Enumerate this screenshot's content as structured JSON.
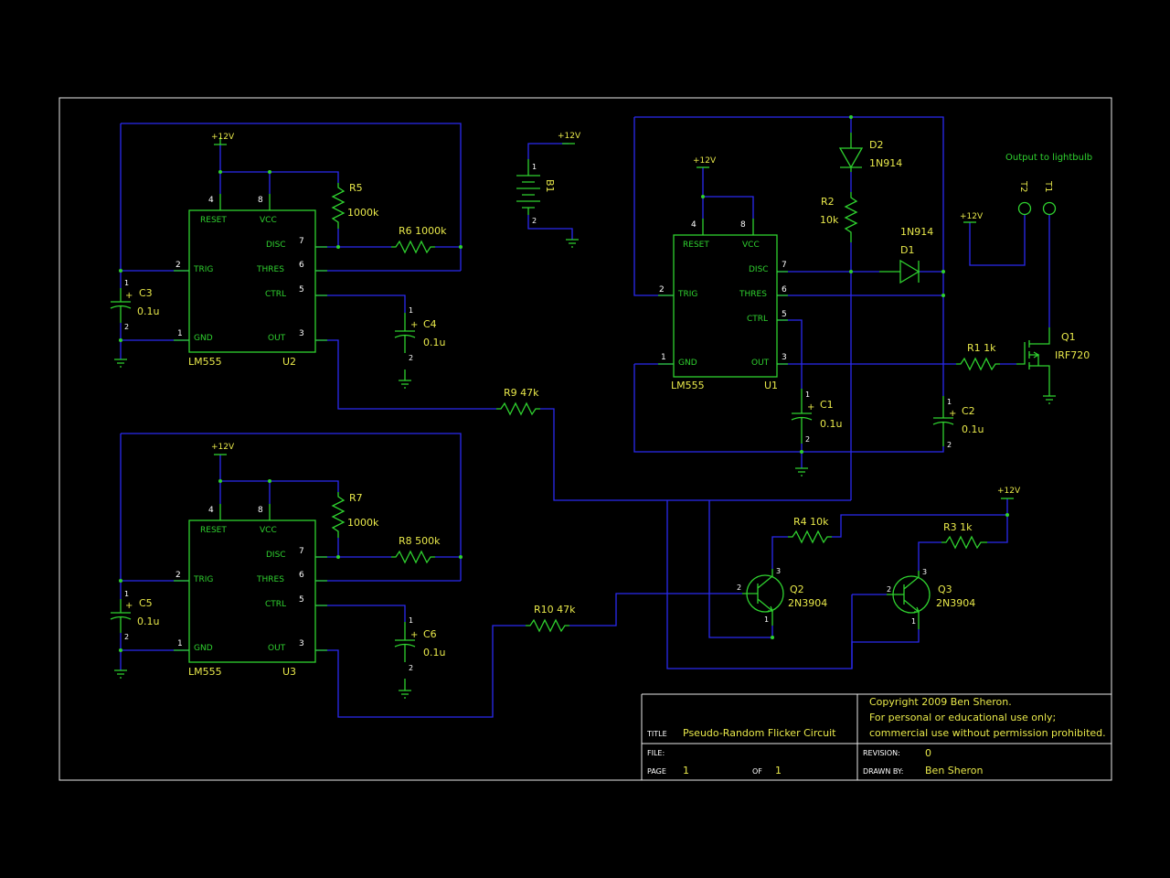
{
  "colors": {
    "background": "#000000",
    "wire": "#2a2af0",
    "component": "#2fd12f",
    "label": "#e8e84a",
    "frame": "#e8e8e8"
  },
  "supply": "+12V",
  "ic_pins": {
    "reset": "RESET",
    "vcc": "VCC",
    "disc": "DISC",
    "thres": "THRES",
    "trig": "TRIG",
    "ctrl": "CTRL",
    "gnd": "GND",
    "out": "OUT",
    "n_reset": "4",
    "n_vcc": "8",
    "n_disc": "7",
    "n_thres": "6",
    "n_trig": "2",
    "n_ctrl": "5",
    "n_gnd": "1",
    "n_out": "3"
  },
  "pin_one": "1",
  "pin_two": "2",
  "pin_three": "3",
  "u2": {
    "part": "LM555",
    "ref": "U2"
  },
  "u3": {
    "part": "LM555",
    "ref": "U3"
  },
  "u1": {
    "part": "LM555",
    "ref": "U1"
  },
  "r5": {
    "ref": "R5",
    "value": "1000k"
  },
  "r6": {
    "label": "R6  1000k"
  },
  "r7": {
    "ref": "R7",
    "value": "1000k"
  },
  "r8": {
    "label": "R8  500k"
  },
  "r9": {
    "label": "R9  47k"
  },
  "r10": {
    "label": "R10 47k"
  },
  "r2": {
    "ref": "R2",
    "value": "10k"
  },
  "r1": {
    "label": "R1   1k"
  },
  "r4": {
    "label": "R4  10k"
  },
  "r3": {
    "label": "R3  1k"
  },
  "c3": {
    "ref": "C3",
    "value": "0.1u"
  },
  "c4": {
    "ref": "C4",
    "value": "0.1u"
  },
  "c5": {
    "ref": "C5",
    "value": "0.1u"
  },
  "c6": {
    "ref": "C6",
    "value": "0.1u"
  },
  "c1": {
    "ref": "C1",
    "value": "0.1u"
  },
  "c2": {
    "ref": "C2",
    "value": "0.1u"
  },
  "b1": {
    "ref": "B1"
  },
  "d2": {
    "ref": "D2",
    "part": "1N914"
  },
  "d1": {
    "ref": "D1",
    "part": "1N914"
  },
  "q1": {
    "ref": "Q1",
    "part": "IRF720"
  },
  "q2": {
    "ref": "Q2",
    "part": "2N3904"
  },
  "q3": {
    "ref": "Q3",
    "part": "2N3904"
  },
  "output_label": "Output to lightbulb",
  "t1": "T1",
  "t2": "T2",
  "title_block": {
    "title_label": "TITLE",
    "title": "Pseudo-Random Flicker Circuit",
    "copyright": "Copyright 2009 Ben Sheron.",
    "note1": "For personal or educational use only;",
    "note2": "commercial use without permission prohibited.",
    "file_label": "FILE:",
    "revision_label": "REVISION:",
    "revision": "0",
    "page_label": "PAGE",
    "page": "1",
    "of_label": "OF",
    "of": "1",
    "drawn_label": "DRAWN BY:",
    "drawn_by": "Ben Sheron"
  }
}
